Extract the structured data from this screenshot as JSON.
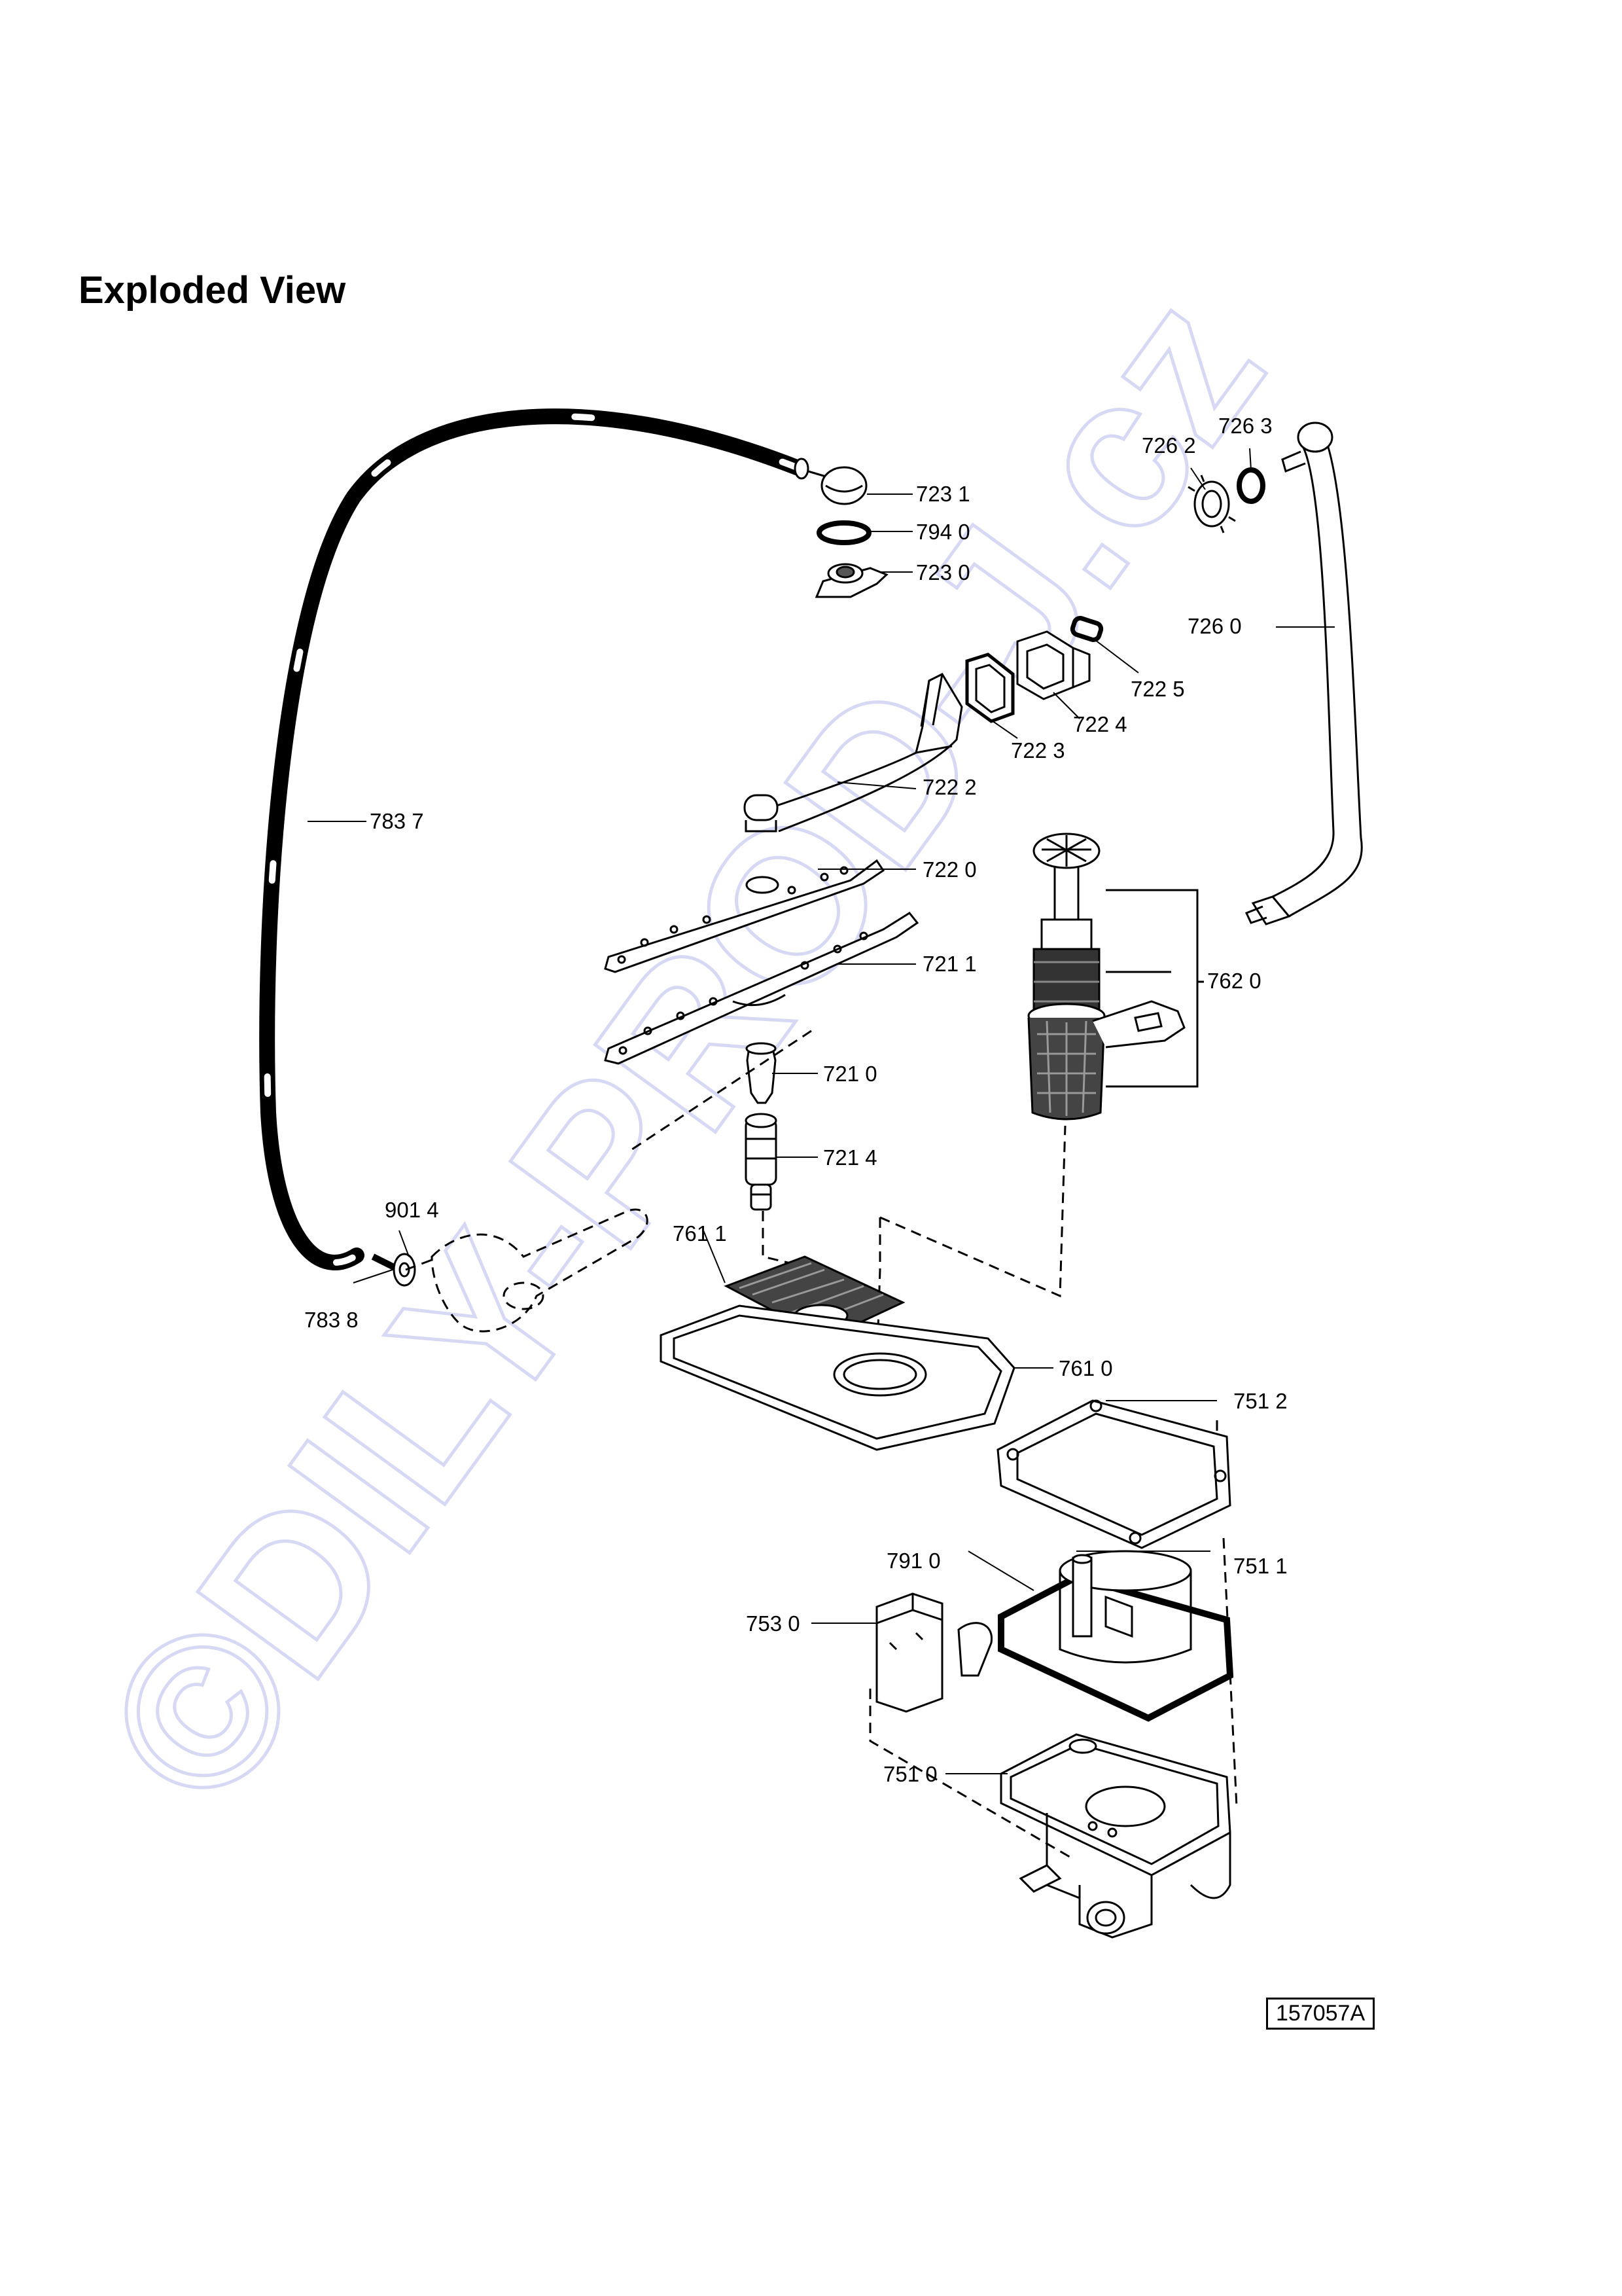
{
  "page": {
    "title": "Exploded View"
  },
  "watermark": {
    "text": "©DILY-PROD-J.cz",
    "color": "#d6d8f4"
  },
  "labels": {
    "l7231": "723 1",
    "l7940": "794 0",
    "l7230": "723 0",
    "l7262": "726 2",
    "l7263": "726 3",
    "l7260": "726 0",
    "l7225": "722 5",
    "l7224": "722 4",
    "l7223": "722 3",
    "l7222": "722 2",
    "l7837": "783 7",
    "l7220": "722 0",
    "l7211": "721 1",
    "l7620": "762 0",
    "l7210": "721 0",
    "l7214": "721 4",
    "l9014": "901 4",
    "l7611": "761 1",
    "l7838": "783 8",
    "l7610": "761 0",
    "l7512": "751 2",
    "l7910": "791 0",
    "l7511": "751 1",
    "l7530": "753 0",
    "l7510": "751 0"
  },
  "reference_code": "157057A"
}
